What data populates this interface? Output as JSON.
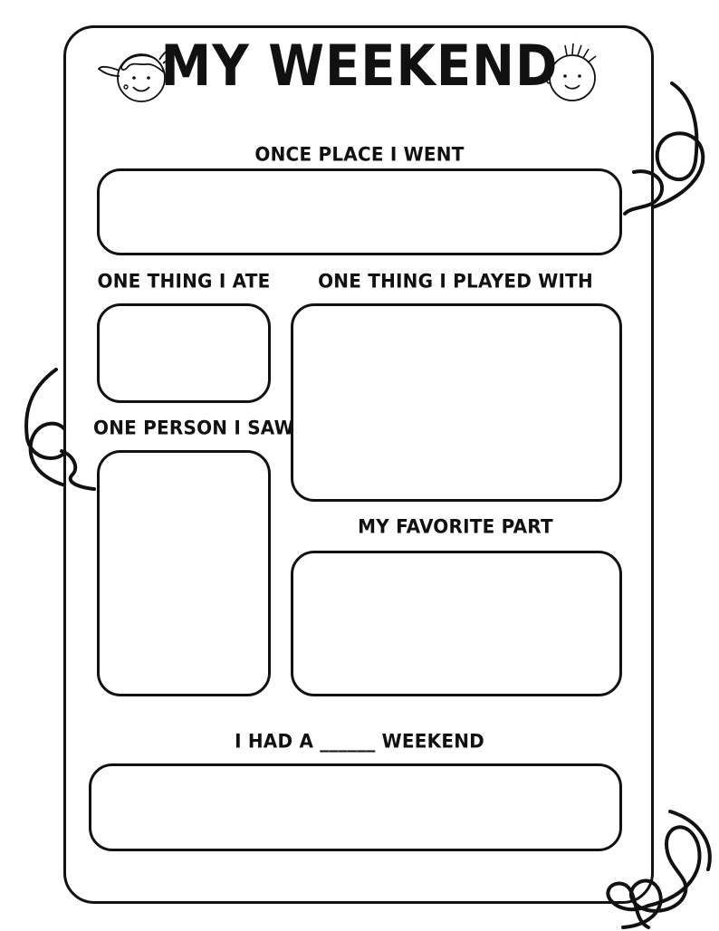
{
  "worksheet": {
    "title": "MY WEEKEND",
    "sections": {
      "place": "ONCE PLACE I WENT",
      "ate": "ONE THING I ATE",
      "played": "ONE THING I PLAYED WITH",
      "person": "ONE PERSON I SAW",
      "favorite": "MY FAVORITE PART",
      "had": "I HAD A ______ WEEKEND"
    },
    "icons": [
      "girl-face-icon",
      "boy-face-icon",
      "swirl-doodle"
    ]
  }
}
